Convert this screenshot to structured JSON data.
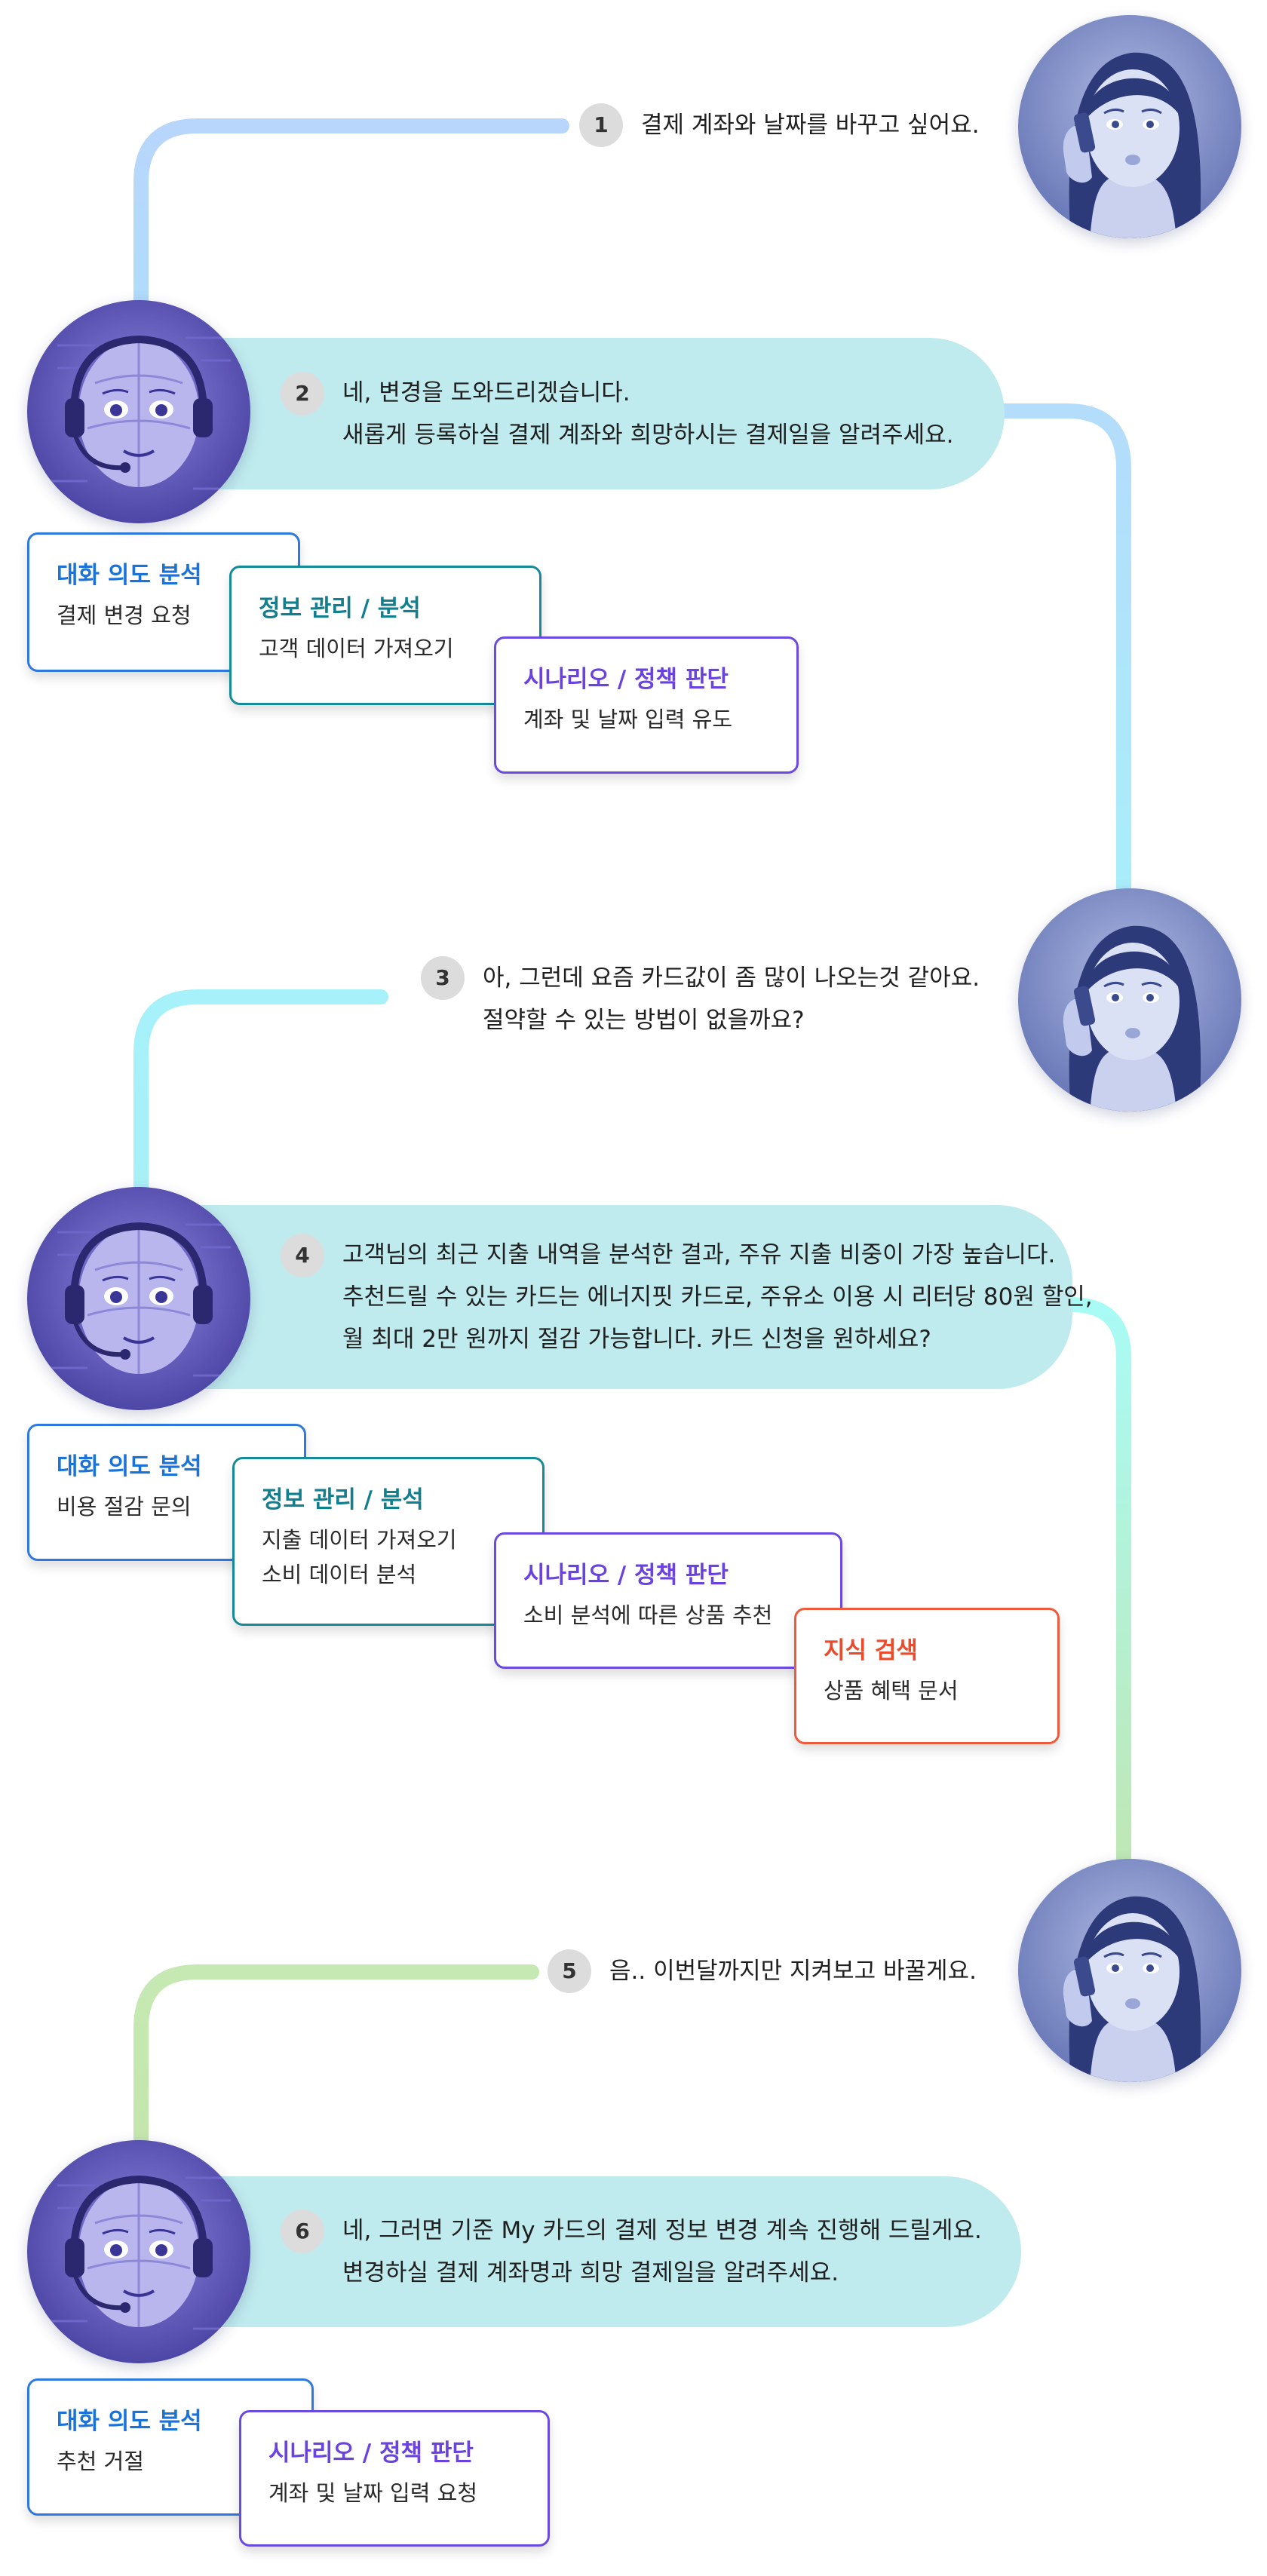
{
  "colors": {
    "bot_bubble": "#c0ebee",
    "intent": "#2f79de",
    "info": "#178a98",
    "scenario": "#6a4ae0",
    "knowledge": "#ee5a3c",
    "connector_1": "#b8d6fb",
    "connector_2": "#a6f1fa",
    "connector_3": "#c4e6ad"
  },
  "icons": {
    "customer": "woman-on-phone-avatar",
    "agent": "robot-headset-avatar"
  },
  "turns": [
    {
      "role": "customer",
      "num": "1",
      "lines": [
        "결제 계좌와 날짜를 바꾸고 싶어요."
      ]
    },
    {
      "role": "agent",
      "num": "2",
      "lines": [
        "네, 변경을 도와드리겠습니다.",
        "새롭게 등록하실 결제 계좌와 희망하시는 결제일을 알려주세요."
      ],
      "cards": [
        {
          "type": "intent",
          "title": "대화 의도 분석",
          "desc": [
            "결제 변경 요청"
          ]
        },
        {
          "type": "info",
          "title": "정보 관리 / 분석",
          "desc": [
            "고객 데이터 가져오기"
          ]
        },
        {
          "type": "scenario",
          "title": "시나리오 / 정책 판단",
          "desc": [
            "계좌 및 날짜 입력 유도"
          ]
        }
      ]
    },
    {
      "role": "customer",
      "num": "3",
      "lines": [
        "아, 그런데 요즘 카드값이 좀 많이 나오는것 같아요.",
        "절약할 수 있는 방법이 없을까요?"
      ]
    },
    {
      "role": "agent",
      "num": "4",
      "lines": [
        "고객님의 최근 지출 내역을 분석한 결과, 주유 지출 비중이 가장 높습니다.",
        "추천드릴 수 있는 카드는 에너지핏 카드로, 주유소 이용 시 리터당 80원 할인,",
        "월 최대 2만 원까지 절감 가능합니다. 카드 신청을 원하세요?"
      ],
      "cards": [
        {
          "type": "intent",
          "title": "대화 의도 분석",
          "desc": [
            "비용 절감 문의"
          ]
        },
        {
          "type": "info",
          "title": "정보 관리 / 분석",
          "desc": [
            "지출 데이터 가져오기",
            "소비 데이터 분석"
          ]
        },
        {
          "type": "scenario",
          "title": "시나리오 / 정책 판단",
          "desc": [
            "소비 분석에 따른 상품 추천"
          ]
        },
        {
          "type": "knowledge",
          "title": "지식 검색",
          "desc": [
            "상품 혜택 문서"
          ]
        }
      ]
    },
    {
      "role": "customer",
      "num": "5",
      "lines": [
        "음.. 이번달까지만 지켜보고 바꿀게요."
      ]
    },
    {
      "role": "agent",
      "num": "6",
      "lines": [
        "네, 그러면 기준 My 카드의 결제 정보 변경 계속 진행해 드릴게요.",
        "변경하실 결제 계좌명과 희망 결제일을 알려주세요."
      ],
      "cards": [
        {
          "type": "intent",
          "title": "대화 의도 분석",
          "desc": [
            "추천 거절"
          ]
        },
        {
          "type": "scenario",
          "title": "시나리오 / 정책 판단",
          "desc": [
            "계좌 및 날짜 입력 요청"
          ]
        }
      ]
    }
  ]
}
